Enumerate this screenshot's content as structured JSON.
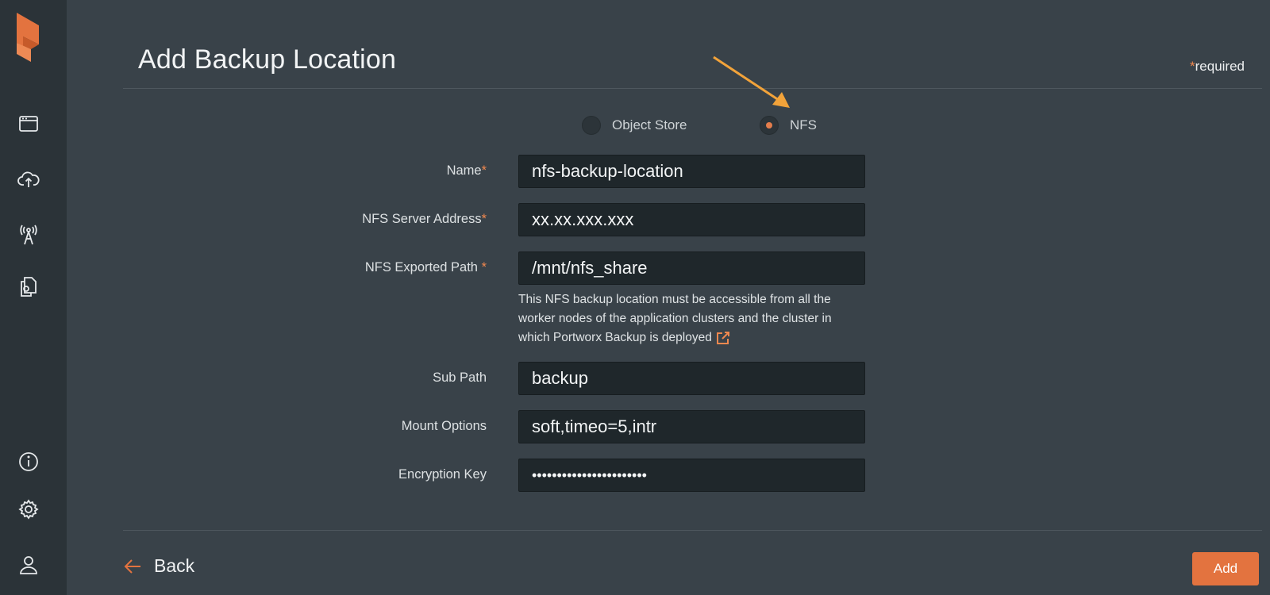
{
  "page": {
    "title": "Add Backup Location",
    "required_star": "*",
    "required_text": "required"
  },
  "sidebar": {
    "items": [
      {
        "icon": "browser-window-icon"
      },
      {
        "icon": "cloud-upload-icon"
      },
      {
        "icon": "antenna-icon"
      },
      {
        "icon": "documents-icon"
      },
      {
        "icon": "info-icon"
      },
      {
        "icon": "settings-gear-icon"
      },
      {
        "icon": "user-icon"
      }
    ]
  },
  "location_type": {
    "options": [
      {
        "label": "Object Store",
        "selected": false
      },
      {
        "label": "NFS",
        "selected": true
      }
    ]
  },
  "form": {
    "name": {
      "label": "Name",
      "star": "*",
      "value": "nfs-backup-location"
    },
    "server": {
      "label": "NFS Server Address",
      "star": "*",
      "value": "xx.xx.xxx.xxx"
    },
    "path": {
      "label": "NFS Exported Path ",
      "star": "*",
      "value": "/mnt/nfs_share"
    },
    "helper": "This NFS backup location must be accessible from all the worker nodes of the application clusters and the cluster in which Portworx Backup is deployed",
    "subpath": {
      "label": "Sub Path",
      "value": "backup"
    },
    "mount": {
      "label": "Mount Options",
      "value": "soft,timeo=5,intr"
    },
    "encryption": {
      "label": "Encryption Key",
      "value": "•••••••••••••••••••••••"
    }
  },
  "footer": {
    "back_label": "Back",
    "add_label": "Add"
  },
  "colors": {
    "accent": "#e3733f",
    "background": "#394249",
    "sidebar": "#2b3338",
    "annotation_arrow": "#f2a33a"
  }
}
